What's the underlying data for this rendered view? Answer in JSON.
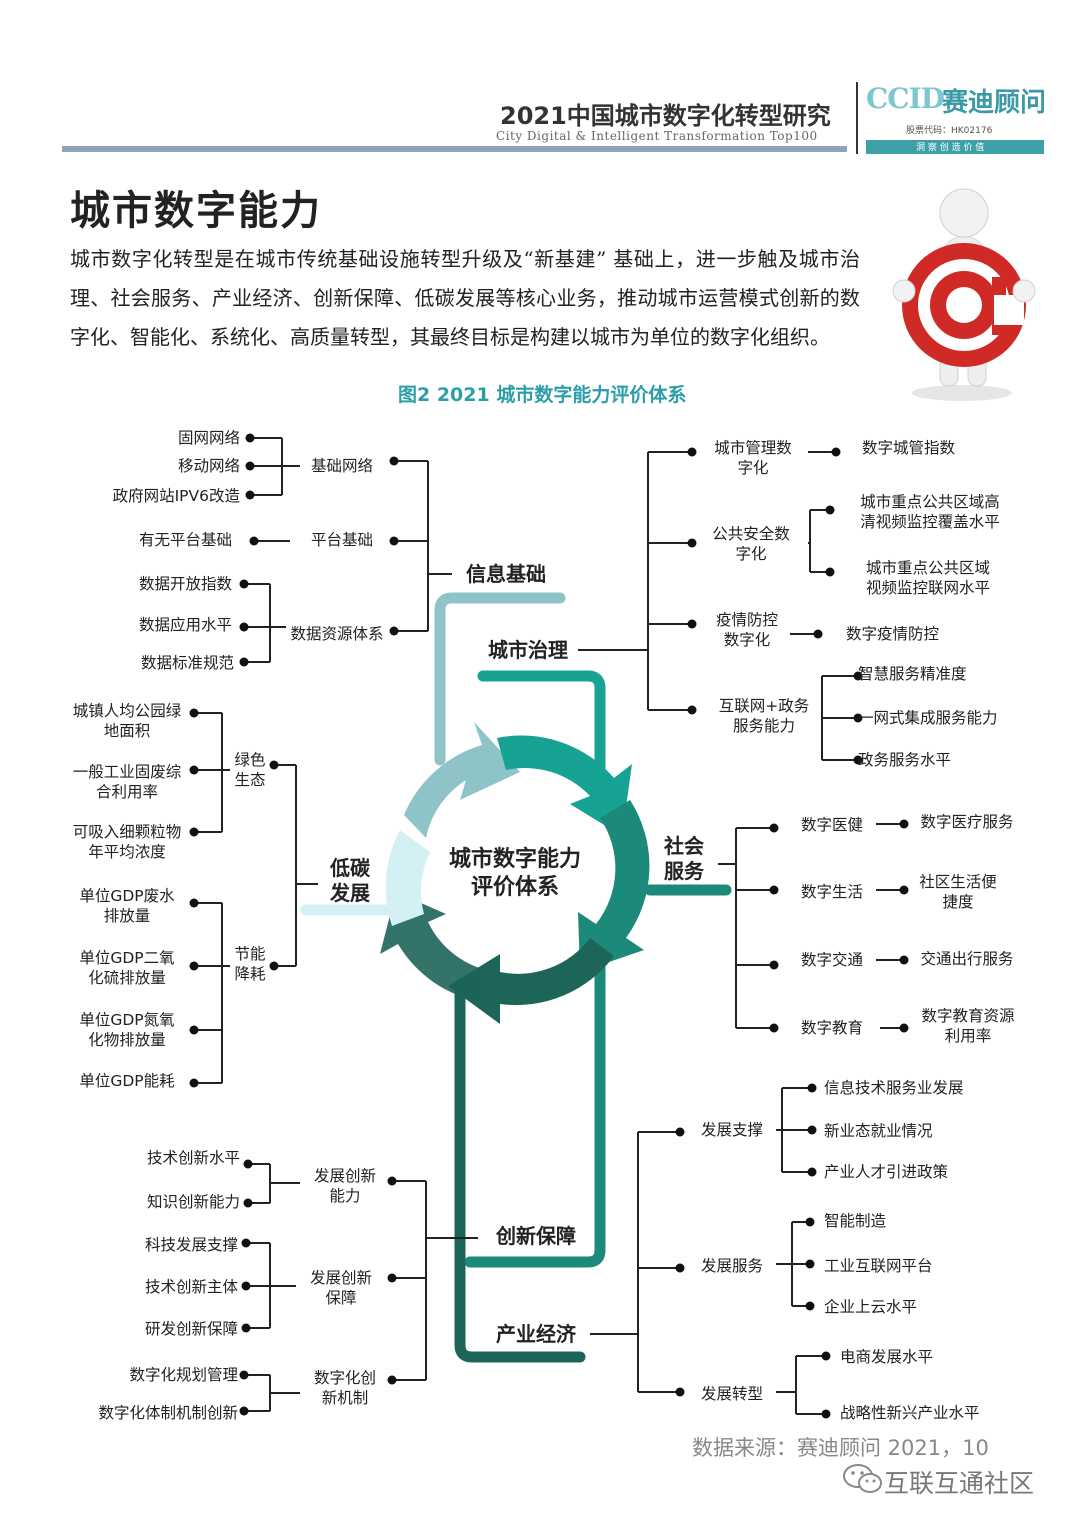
{
  "header": {
    "title": "2021中国城市数字化转型研究",
    "subtitle": "City Digital & Intelligent Transformation Top100",
    "logo": {
      "mark": "CCID",
      "name": "赛迪顾问",
      "registration": "股票代码：HK02176",
      "slogan": "洞 察 创 造 价 值"
    },
    "accent_color": "#2d9ea8"
  },
  "section_title": "城市数字能力",
  "intro": "城市数字化转型是在城市传统基础设施转型升级及“新基建” 基础上，进一步触及城市治理、社会服务、产业经济、创新保障、低碳发展等核心业务，推动城市运营模式创新的数字化、智能化、系统化、高质量转型，其最终目标是构建以城市为单位的数字化组织。",
  "figure_title": "图2  2021 城市数字能力评价体系",
  "diagram": {
    "center": "城市数字能力\n评价体系",
    "dimensions": {
      "info": {
        "name": "信息基础",
        "groups": [
          {
            "name": "基础网络",
            "items": [
              "固网网络",
              "移动网络",
              "政府网站IPV6改造"
            ]
          },
          {
            "name": "平台基础",
            "items": [
              "有无平台基础"
            ]
          },
          {
            "name": "数据资源体系",
            "items": [
              "数据开放指数",
              "数据应用水平",
              "数据标准规范"
            ]
          }
        ]
      },
      "gov": {
        "name": "城市治理",
        "groups": [
          {
            "name": "城市管理数\n字化",
            "items": [
              "数字城管指数"
            ]
          },
          {
            "name": "公共安全数\n字化",
            "items": [
              "城市重点公共区域高\n清视频监控覆盖水平",
              "城市重点公共区域\n视频监控联网水平"
            ]
          },
          {
            "name": "疫情防控\n数字化",
            "items": [
              "数字疫情防控"
            ]
          },
          {
            "name": "互联网+政务\n服务能力",
            "items": [
              "智慧服务精准度",
              "一网式集成服务能力",
              "政务服务水平"
            ]
          }
        ]
      },
      "low": {
        "name": "低碳\n发展",
        "groups": [
          {
            "name": "绿色\n生态",
            "items": [
              "城镇人均公园绿\n地面积",
              "一般工业固废综\n合利用率",
              "可吸入细颗粒物\n年平均浓度"
            ]
          },
          {
            "name": "节能\n降耗",
            "items": [
              "单位GDP废水\n排放量",
              "单位GDP二氧\n化硫排放量",
              "单位GDP氮氧\n化物排放量",
              "单位GDP能耗"
            ]
          }
        ]
      },
      "social": {
        "name": "社会\n服务",
        "groups": [
          {
            "name": "数字医健",
            "items": [
              "数字医疗服务"
            ]
          },
          {
            "name": "数字生活",
            "items": [
              "社区生活便\n捷度"
            ]
          },
          {
            "name": "数字交通",
            "items": [
              "交通出行服务"
            ]
          },
          {
            "name": "数字教育",
            "items": [
              "数字教育资源\n利用率"
            ]
          }
        ]
      },
      "innov": {
        "name": "创新保障",
        "groups": [
          {
            "name": "发展创新\n能力",
            "items": [
              "技术创新水平",
              "知识创新能力"
            ]
          },
          {
            "name": "发展创新\n保障",
            "items": [
              "科技发展支撑",
              "技术创新主体",
              "研发创新保障"
            ]
          },
          {
            "name": "数字化创\n新机制",
            "items": [
              "数字化规划管理",
              "数字化体制机制创新"
            ]
          }
        ]
      },
      "econ": {
        "name": "产业经济",
        "groups": [
          {
            "name": "发展支撑",
            "items": [
              "信息技术服务业发展",
              "新业态就业情况",
              "产业人才引进政策"
            ]
          },
          {
            "name": "发展服务",
            "items": [
              "智能制造",
              "工业互联网平台",
              "企业上云水平"
            ]
          },
          {
            "name": "发展转型",
            "items": [
              "电商发展水平",
              "战略性新兴产业水平"
            ]
          }
        ]
      }
    },
    "colors": {
      "teal_light": "#8ec4c8",
      "teal": "#16a393",
      "teal_mid": "#1c8a7a",
      "teal_dark": "#1d6459",
      "teal_pale": "#d3f0f5"
    }
  },
  "source": "数据来源：赛迪顾问  2021，10",
  "watermark": "互联互通社区"
}
